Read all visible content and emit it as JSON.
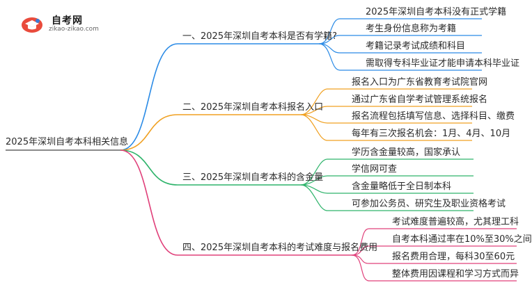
{
  "logo": {
    "title": "自考网",
    "url": "zikao-zikao.com"
  },
  "root": "2025年深圳自考本科相关信息",
  "branches": [
    {
      "label": "一、2025年深圳自考本科是否有学籍?",
      "color": "#2b8be6",
      "leaves": [
        "2025年深圳自考本科没有正式学籍",
        "考生身份信息称为考籍",
        "考籍记录考试成绩和科目",
        "需取得专科毕业证才能申请本科毕业证"
      ]
    },
    {
      "label": "二、2025年深圳自考本科报名入口",
      "color": "#f0a020",
      "leaves": [
        "报名入口为广东省教育考试院官网",
        "通过广东省自学考试管理系统报名",
        "报名流程包括填写信息、选择科目、缴费",
        "每年有三次报名机会：1月、4月、10月"
      ]
    },
    {
      "label": "三、2025年深圳自考本科的含金量",
      "color": "#2db36a",
      "leaves": [
        "学历含金量较高，国家承认",
        "学信网可查",
        "含金量略低于全日制本科",
        "可参加公务员、研究生及职业资格考试"
      ]
    },
    {
      "label": "四、2025年深圳自考本科的考试难度与报名费用",
      "color": "#e0407a",
      "leaves": [
        "考试难度普遍较高，尤其理工科",
        "自考本科通过率在10%至30%之间",
        "报名费用合理，每科30至60元",
        "整体费用因课程和学习方式而异"
      ]
    }
  ]
}
